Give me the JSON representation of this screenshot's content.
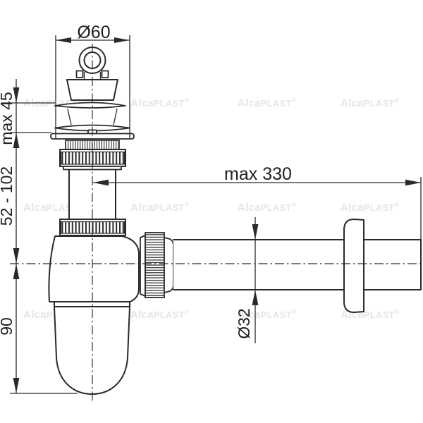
{
  "drawing": {
    "dim_plug_diameter": "Ø60",
    "dim_mount_thickness": "max 45",
    "dim_height_range": "52 - 102",
    "dim_cup_height": "90",
    "dim_outlet_length": "max 330",
    "dim_pipe_diameter": "Ø32"
  },
  "watermark": {
    "alca": "Alca",
    "plast": "PLAST",
    "reg": "®"
  },
  "colors": {
    "line": "#2a2a2a",
    "text": "#1f1f1f",
    "watermark": "#e5e5e5",
    "background": "#ffffff"
  }
}
